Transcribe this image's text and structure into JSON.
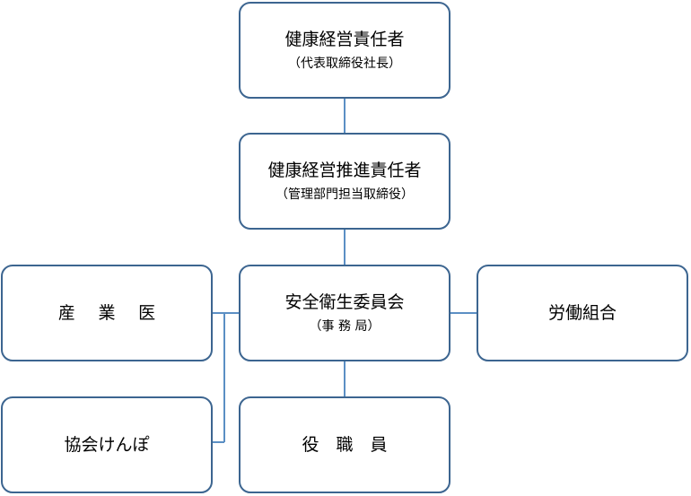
{
  "nodes": {
    "ceo": {
      "title": "健康経営責任者",
      "subtitle": "（代表取締役社長）"
    },
    "promoter": {
      "title": "健康経営推進責任者",
      "subtitle": "（管理部門担当取締役）"
    },
    "committee": {
      "title": "安全衛生委員会",
      "subtitle": "（事 務 局）"
    },
    "occupational_doctor": {
      "title": "産業医"
    },
    "labor_union": {
      "title": "労働組合"
    },
    "kyokai_kenpo": {
      "title": "協会けんぽ"
    },
    "staff": {
      "title": "役職員"
    }
  },
  "colors": {
    "border": "#3c6590",
    "connector": "#5b8fc4"
  }
}
